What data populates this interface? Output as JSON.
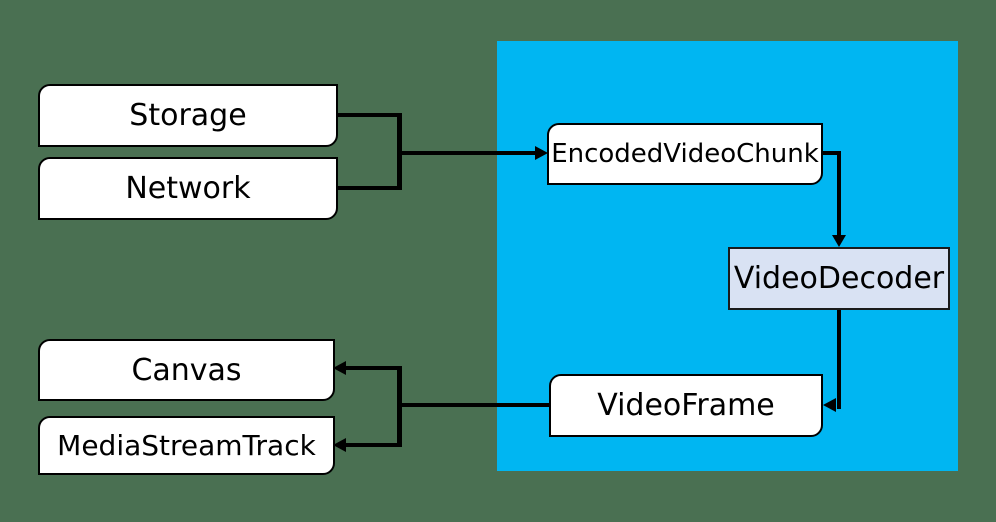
{
  "colors": {
    "background": "#4A7052",
    "api_region": "#00B6F2",
    "node_fill": "#FFFFFF",
    "decoder_fill": "#D9E2F3",
    "line": "#000000",
    "text": "#000000"
  },
  "nodes": {
    "storage": "Storage",
    "network": "Network",
    "encoded_video_chunk": "EncodedVideoChunk",
    "video_decoder": "VideoDecoder",
    "video_frame": "VideoFrame",
    "canvas": "Canvas",
    "media_stream_track": "MediaStreamTrack"
  },
  "edges": [
    {
      "from": "storage",
      "to": "encoded_video_chunk"
    },
    {
      "from": "network",
      "to": "encoded_video_chunk"
    },
    {
      "from": "encoded_video_chunk",
      "to": "video_decoder"
    },
    {
      "from": "video_decoder",
      "to": "video_frame"
    },
    {
      "from": "video_frame",
      "to": "canvas"
    },
    {
      "from": "video_frame",
      "to": "media_stream_track"
    }
  ]
}
